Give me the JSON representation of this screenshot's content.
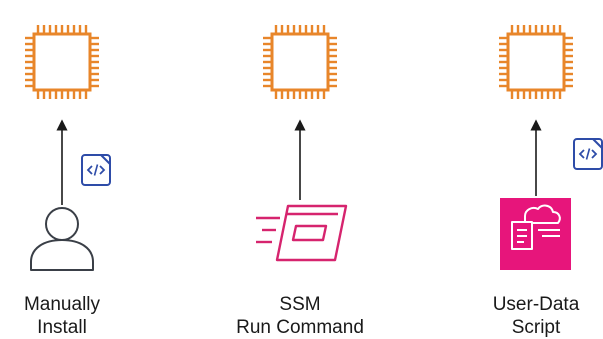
{
  "columns": [
    {
      "id": "manual",
      "caption_lines": [
        "Manually",
        "Install"
      ],
      "icon": "user-icon",
      "has_code_badge": true
    },
    {
      "id": "ssm",
      "caption_lines": [
        "SSM",
        "Run Command"
      ],
      "icon": "ssm-run-command-icon",
      "has_code_badge": false
    },
    {
      "id": "userdata",
      "caption_lines": [
        "User-Data",
        "Script"
      ],
      "icon": "cloudformation-template-icon",
      "has_code_badge": true
    }
  ],
  "target_icon": "ec2-instance-chip-icon",
  "badge_icon": "code-file-icon",
  "colors": {
    "chip": "#E8862A",
    "arrow": "#1a1a1a",
    "user": "#3a3f47",
    "ssm": "#D6246E",
    "userdata_bg": "#E7157B",
    "badge": "#2E4CA8"
  }
}
